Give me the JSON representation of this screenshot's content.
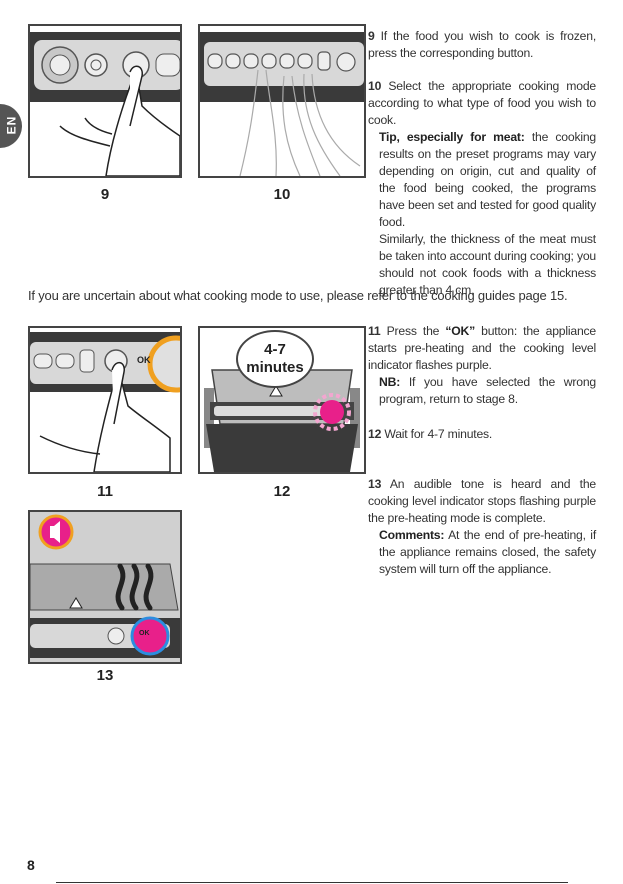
{
  "lang_tab": "EN",
  "figures": [
    {
      "caption": "9"
    },
    {
      "caption": "10"
    },
    {
      "caption": "11",
      "ok_label": "OK"
    },
    {
      "caption": "12",
      "time_bubble": "4-7\nminutes"
    },
    {
      "caption": "13",
      "ok_label": "OK"
    }
  ],
  "steps": {
    "s9": {
      "num": "9",
      "text": "If the food you wish to cook is frozen, press the corresponding button."
    },
    "s10": {
      "num": "10",
      "text": "Select the appropriate cooking mode according to what type of food you wish to cook.",
      "tip_label": "Tip, especially for meat:",
      "tip_text": "the cooking results on the preset programs may vary depending on origin, cut and quality of the food being cooked, the programs have been set and tested for good quality food.",
      "tip_text2": "Similarly, the thickness of the meat must be taken into account during cooking; you should not cook foods with a thickness greater than 4 cm."
    },
    "guide_note": "If you are uncertain about what cooking mode to use, please refer to the cooking guides page 15.",
    "s11": {
      "num": "11",
      "text_a": "Press the",
      "ok": "“OK”",
      "text_b": "button: the appliance starts pre-heating and the cooking level indicator flashes purple.",
      "nb_label": "NB:",
      "nb_text": "If you have selected the wrong program, return to stage 8."
    },
    "s12": {
      "num": "12",
      "text": "Wait for 4-7 minutes."
    },
    "s13": {
      "num": "13",
      "text": "An audible tone is heard and the cooking level indicator stops flashing purple the pre-heating mode is complete.",
      "comments_label": "Comments:",
      "comments_text": "At the end of pre-heating, if the appliance remains closed, the safety system will turn off the appliance."
    }
  },
  "page_number": "8",
  "colors": {
    "purple_indicator": "#e8208a",
    "panel": "#3a3a3a"
  }
}
